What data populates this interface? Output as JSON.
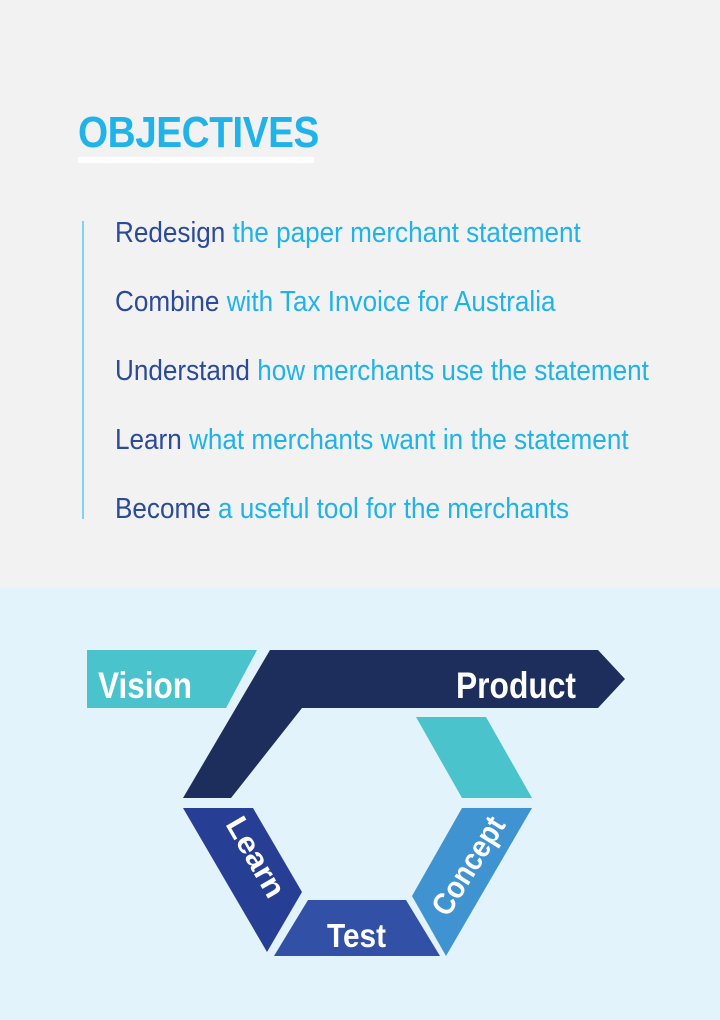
{
  "objectives": {
    "title": "OBJECTIVES",
    "items": [
      {
        "verb": "Redesign",
        "rest": "the paper merchant statement"
      },
      {
        "verb": "Combine",
        "rest": "with Tax Invoice for Australia"
      },
      {
        "verb": "Understand",
        "rest": "how merchants use the statement"
      },
      {
        "verb": "Learn",
        "rest": "what merchants want in the statement"
      },
      {
        "verb": "Become",
        "rest": "a useful tool for the merchants"
      }
    ]
  },
  "cycle": {
    "vision": "Vision",
    "product": "Product",
    "concept": "Concept",
    "test": "Test",
    "learn": "Learn"
  },
  "colors": {
    "title": "#1fb3ea",
    "verb": "#2c4a9a",
    "rest": "#1fb3ea",
    "teal": "#4ac3cc",
    "navy": "#1d2d5c",
    "royal": "#263f95",
    "test": "#3150a6",
    "concept": "#3f93d0"
  }
}
